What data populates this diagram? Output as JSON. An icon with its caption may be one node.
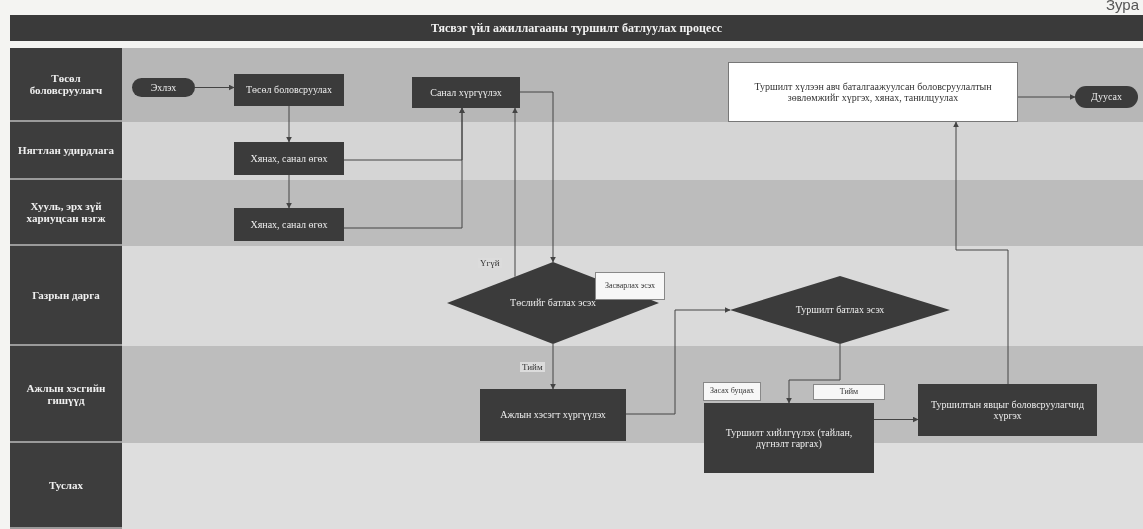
{
  "diagram": {
    "title": "Тясвэг үйл ажиллагааны туршилт батлуулах процесс",
    "nodes": [
      {
        "text": [
          "Төсөл боловсруулагч"
        ]
      },
      {
        "text": [
          "Нягтлан удирдлага"
        ]
      },
      {
        "text": [
          "Хууль, эрх зүй хариуцсан нэгж"
        ]
      },
      {
        "text": [
          "Газрын дарга"
        ]
      },
      {
        "text": [
          "Ажлын хэсгийн гишүүд"
        ]
      },
      {
        "text": [
          "Туслах"
        ]
      },
      {
        "text": [
          "Эхлэх"
        ],
        "in": 0
      },
      {
        "text": [
          "Төсөл боловсруулах"
        ],
        "in": 0
      },
      {
        "text": [
          "Санал хүргүүлэх"
        ],
        "in": 0
      },
      {
        "text": [
          "Туршилт хүлээн авч баталгаажуулсан боловсруулалтын зөвлөмжийг хүргэх, хянах, танилцуулах"
        ],
        "in": 0
      },
      {
        "text": [
          "Дуусах"
        ],
        "in": 0
      },
      {
        "text": [
          "Хянах, санал өгөх"
        ],
        "in": 1
      },
      {
        "text": [
          "Хянах, санал өгөх"
        ],
        "in": 2
      },
      {
        "text": [
          "Төслийг батлах эсэх"
        ],
        "in": 3,
        "beside": [
          "Засварлах эсэх"
        ]
      },
      {
        "text": [
          "Ажлын хэсэгт хүргүүлэх"
        ],
        "in": 4
      },
      {
        "text": [
          "Туршилт батлах эсэх"
        ],
        "in": 3
      },
      {
        "text": [
          "Туршилт хийлгүүлэх (тайлан, дүгнэлт гаргах)"
        ],
        "beside": [
          "Засах буцаах",
          "Тийм"
        ]
      },
      {
        "text": [
          "Туршилтын явцыг боловсруулагчид хүргэх"
        ],
        "in": 4
      }
    ],
    "edges": [
      {
        "from": 6,
        "to": 7,
        "arrow": "to"
      },
      {
        "from": 7,
        "to": 11,
        "arrow": "to"
      },
      {
        "from": 11,
        "to": 12,
        "arrow": "to"
      },
      {
        "from": 11,
        "to": 8,
        "arrow": "to"
      },
      {
        "from": 12,
        "to": 8,
        "arrow": "to"
      },
      {
        "from": 8,
        "to": 13,
        "arrow": "to"
      },
      {
        "from": 13,
        "to": 8,
        "arrow": "to",
        "label": "Үгүй"
      },
      {
        "from": 13,
        "to": 14,
        "arrow": "to",
        "label": "Тийм"
      },
      {
        "from": 14,
        "to": 15,
        "arrow": "to"
      },
      {
        "from": 15,
        "to": 16,
        "arrow": "to"
      },
      {
        "from": 16,
        "to": 17,
        "arrow": "to"
      },
      {
        "from": 17,
        "to": 9,
        "arrow": "to"
      },
      {
        "from": 9,
        "to": 10,
        "arrow": "to"
      }
    ],
    "labels": [
      "Зура"
    ]
  }
}
